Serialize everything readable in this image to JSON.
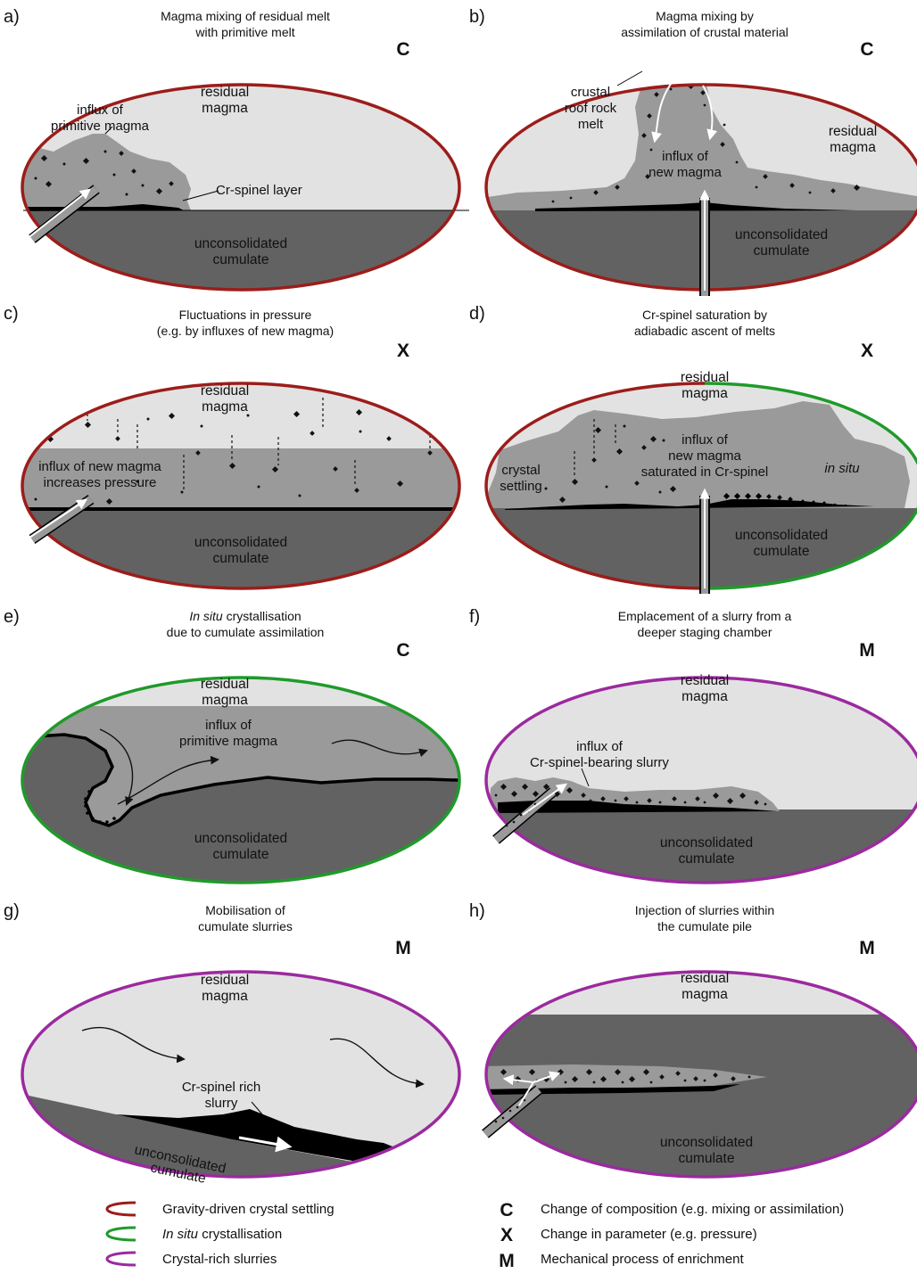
{
  "colors": {
    "gravity": "#9b1d1a",
    "insitu": "#1f9a2a",
    "slurry": "#9b2a9e",
    "residual": "#e2e2e2",
    "influx": "#9a9a9a",
    "cumulate": "#626262",
    "crspinel": "#000000"
  },
  "panels": {
    "a": {
      "label": "a)",
      "title": [
        "Magma mixing of residual melt",
        "with primitive melt"
      ],
      "code": "C",
      "residual": [
        "residual",
        "magma"
      ],
      "influx": [
        "influx of",
        "primitive magma"
      ],
      "layer": "Cr-spinel layer",
      "cumulate": [
        "unconsolidated",
        "cumulate"
      ]
    },
    "b": {
      "label": "b)",
      "title": [
        "Magma mixing by",
        "assimilation of crustal material"
      ],
      "code": "C",
      "crustal": [
        "crustal",
        "roof rock",
        "melt"
      ],
      "influx": [
        "influx of",
        "new magma"
      ],
      "residual": [
        "residual",
        "magma"
      ],
      "cumulate": [
        "unconsolidated",
        "cumulate"
      ]
    },
    "c": {
      "label": "c)",
      "title": [
        "Fluctuations in pressure",
        "(e.g. by influxes of new magma)"
      ],
      "code": "X",
      "residual": [
        "residual",
        "magma"
      ],
      "influx": [
        "influx of new magma",
        "increases pressure"
      ],
      "cumulate": [
        "unconsolidated",
        "cumulate"
      ]
    },
    "d": {
      "label": "d)",
      "title": [
        "Cr-spinel saturation by",
        "adiabadic ascent of melts"
      ],
      "code": "X",
      "residual": [
        "residual",
        "magma"
      ],
      "crystal": [
        "crystal",
        "settling"
      ],
      "influx": [
        "influx of",
        "new magma",
        "saturated in Cr-spinel"
      ],
      "insitu": "in situ",
      "cumulate": [
        "unconsolidated",
        "cumulate"
      ]
    },
    "e": {
      "label": "e)",
      "title_italic": "In situ",
      "title_rest": " crystallisation",
      "title2": "due to cumulate assimilation",
      "code": "C",
      "residual": [
        "residual",
        "magma"
      ],
      "influx": [
        "influx of",
        "primitive magma"
      ],
      "cumulate": [
        "unconsolidated",
        "cumulate"
      ]
    },
    "f": {
      "label": "f)",
      "title": [
        "Emplacement of a slurry from a",
        "deeper staging chamber"
      ],
      "code": "M",
      "residual": [
        "residual",
        "magma"
      ],
      "influx": [
        "influx of",
        "Cr-spinel-bearing slurry"
      ],
      "cumulate": [
        "unconsolidated",
        "cumulate"
      ]
    },
    "g": {
      "label": "g)",
      "title": [
        "Mobilisation of",
        "cumulate slurries"
      ],
      "code": "M",
      "residual": [
        "residual",
        "magma"
      ],
      "slurry": [
        "Cr-spinel rich",
        "slurry"
      ],
      "cumulate": [
        "unconsolidated",
        "cumulate"
      ]
    },
    "h": {
      "label": "h)",
      "title": [
        "Injection of slurries within",
        "the cumulate pile"
      ],
      "code": "M",
      "residual": [
        "residual",
        "magma"
      ],
      "cumulate": [
        "unconsolidated",
        "cumulate"
      ]
    }
  },
  "legend": {
    "left": [
      {
        "text": "Gravity-driven crystal settling"
      },
      {
        "italic": "In situ",
        "text": " crystallisation"
      },
      {
        "text": "Crystal-rich slurries"
      }
    ],
    "right": [
      {
        "code": "C",
        "text": "Change of composition (e.g. mixing or assimilation)"
      },
      {
        "code": "X",
        "text": "Change in parameter (e.g. pressure)"
      },
      {
        "code": "M",
        "text": "Mechanical process of enrichment"
      }
    ]
  }
}
